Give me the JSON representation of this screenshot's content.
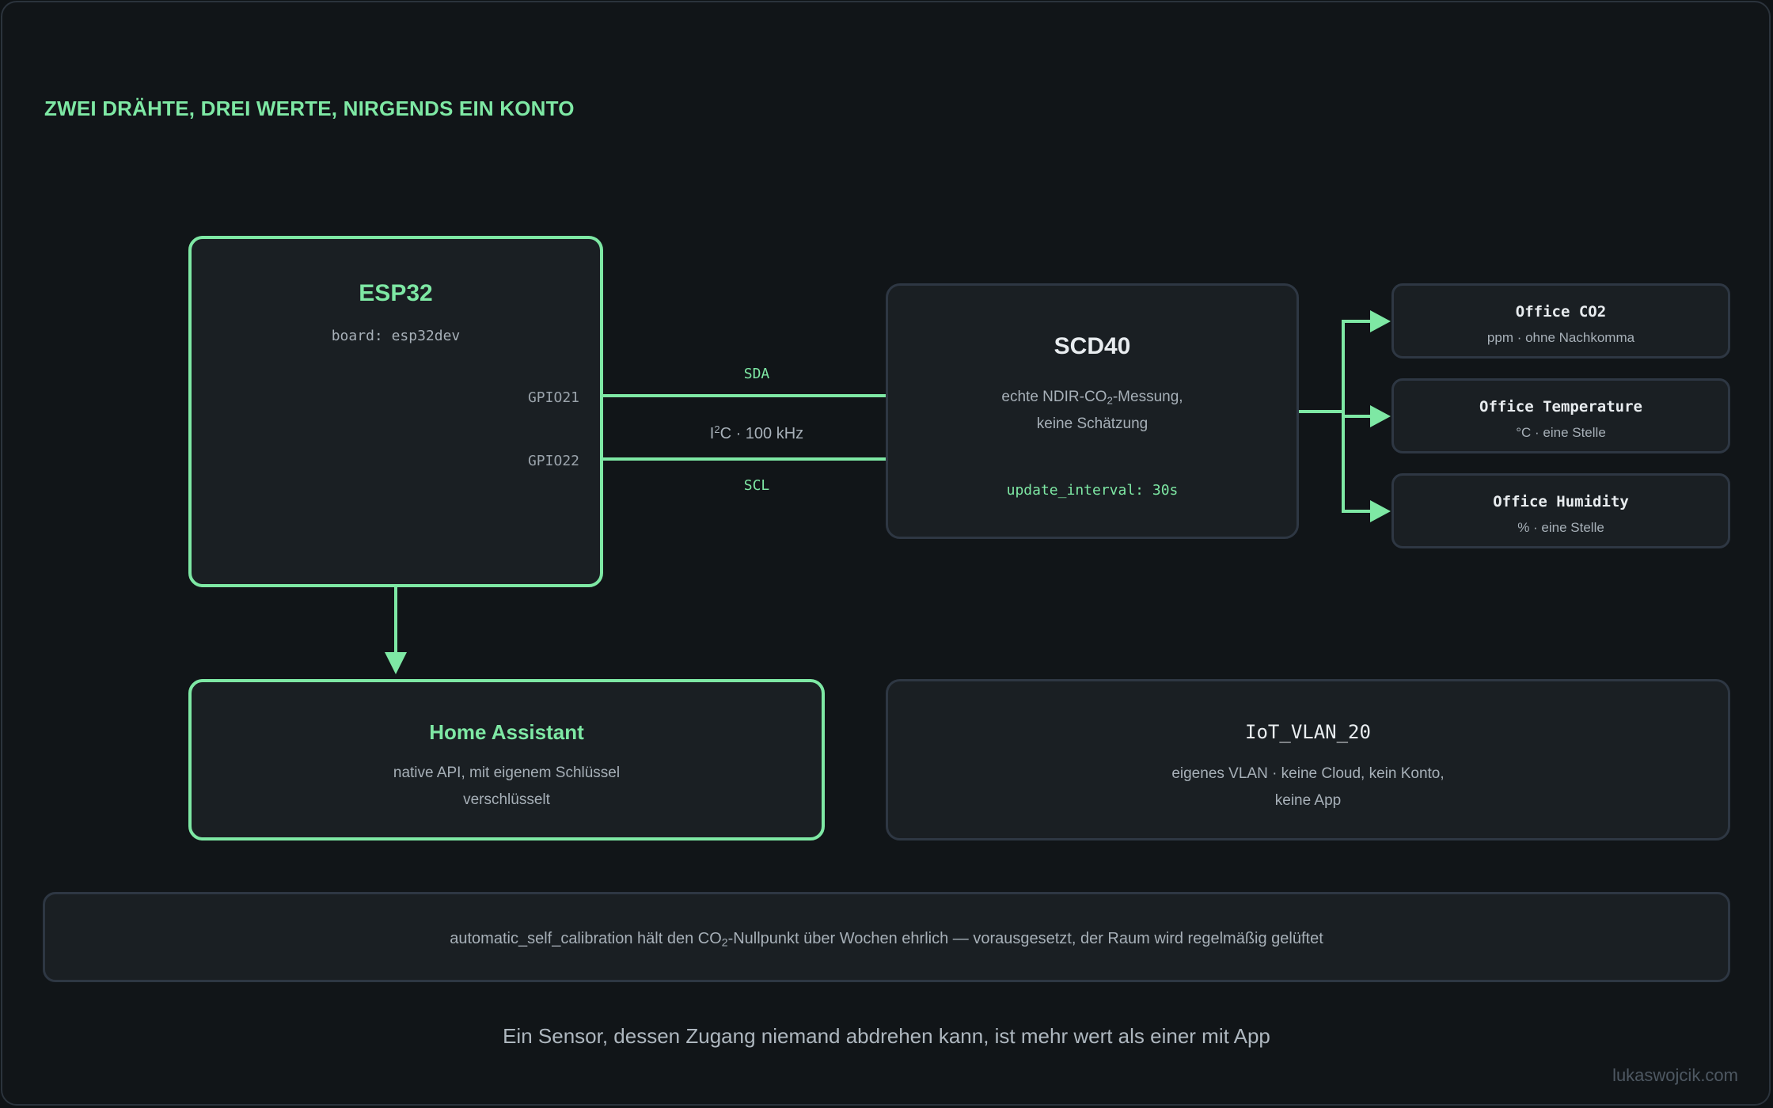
{
  "heading": "ZWEI DRÄHTE, DREI WERTE, NIRGENDS EIN KONTO",
  "esp32": {
    "title": "ESP32",
    "board": "board: esp32dev",
    "pin_sda": "GPIO21",
    "pin_scl": "GPIO22"
  },
  "bus": {
    "sda_label": "SDA",
    "scl_label": "SCL",
    "bus_prefix": "I",
    "bus_sup": "2",
    "bus_rest": "C · 100 kHz"
  },
  "scd40": {
    "title": "SCD40",
    "desc_pre": "echte NDIR-CO",
    "desc_sub": "2",
    "desc_post": "-Messung,",
    "desc_line2": "keine Schätzung",
    "interval": "update_interval: 30s"
  },
  "sensors": [
    {
      "name": "Office CO2",
      "detail": "ppm · ohne Nachkomma"
    },
    {
      "name": "Office Temperature",
      "detail": "°C · eine Stelle"
    },
    {
      "name": "Office Humidity",
      "detail": "% · eine Stelle"
    }
  ],
  "home_assistant": {
    "title": "Home Assistant",
    "line1": "native API, mit eigenem Schlüssel",
    "line2": "verschlüsselt"
  },
  "vlan": {
    "title": "IoT_VLAN_20",
    "line1": "eigenes VLAN · keine Cloud, kein Konto,",
    "line2": "keine App"
  },
  "note": {
    "pre": "automatic_self_calibration hält den CO",
    "sub": "2",
    "post": "-Nullpunkt über Wochen ehrlich — vorausgesetzt, der Raum wird regelmäßig gelüftet"
  },
  "tagline": "Ein Sensor, dessen Zugang niemand abdrehen kann, ist mehr wert als einer mit App",
  "credit": "lukaswojcik.com",
  "colors": {
    "accent": "#7ee8a4",
    "background": "#111518",
    "box": "#1a1f23",
    "border": "#2e3743"
  }
}
